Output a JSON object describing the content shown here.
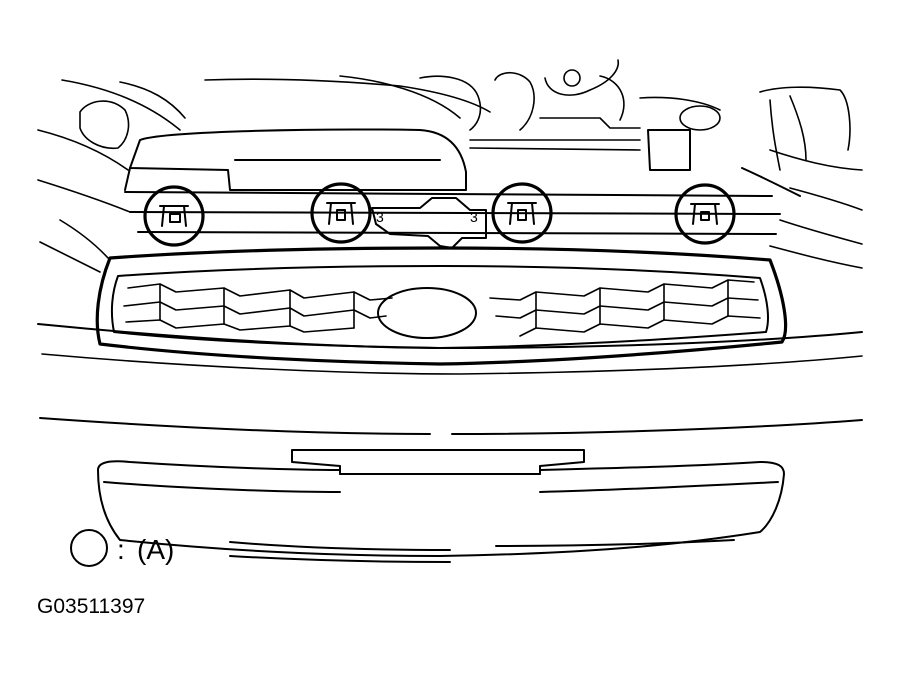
{
  "legend": {
    "symbol": "circle",
    "separator": ":",
    "label": "(A)"
  },
  "figure_code": "G03511397",
  "callouts": [
    {
      "symbol": "circle"
    },
    {
      "symbol": "circle"
    },
    {
      "symbol": "circle"
    },
    {
      "symbol": "circle"
    }
  ],
  "colors": {
    "ink": "#000000",
    "paper": "#ffffff"
  }
}
